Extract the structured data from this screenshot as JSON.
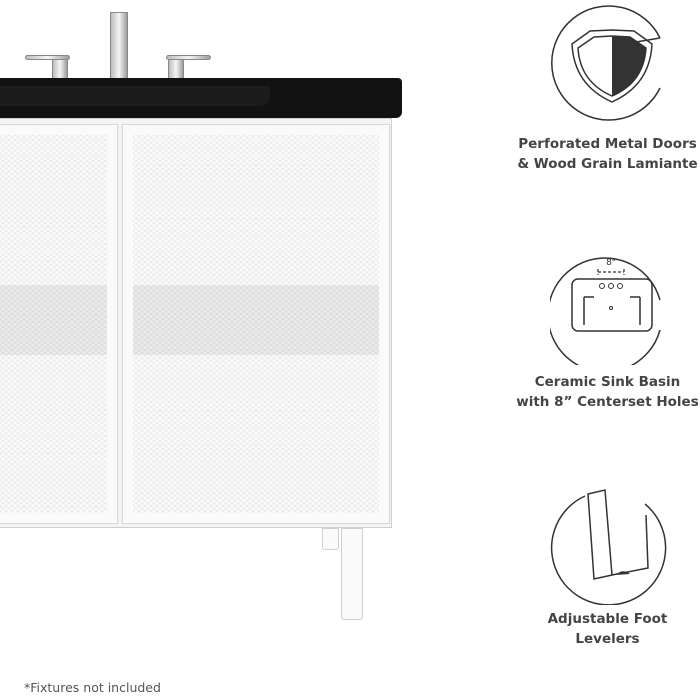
{
  "features": [
    {
      "icon": "shield-icon",
      "line1": "Perforated Metal Doors",
      "line2": "& Wood Grain Lamiante"
    },
    {
      "icon": "sink-basin-icon",
      "line1": "Ceramic Sink Basin",
      "line2": "with 8” Centerset Holes",
      "dimension": "8\""
    },
    {
      "icon": "foot-leveler-icon",
      "line1": "Adjustable Foot Levelers"
    }
  ],
  "footnote": "*Fixtures not included",
  "colors": {
    "countertop": "#121212",
    "cabinet": "#f4f4f4",
    "text": "#444444",
    "icon_stroke": "#333333"
  }
}
